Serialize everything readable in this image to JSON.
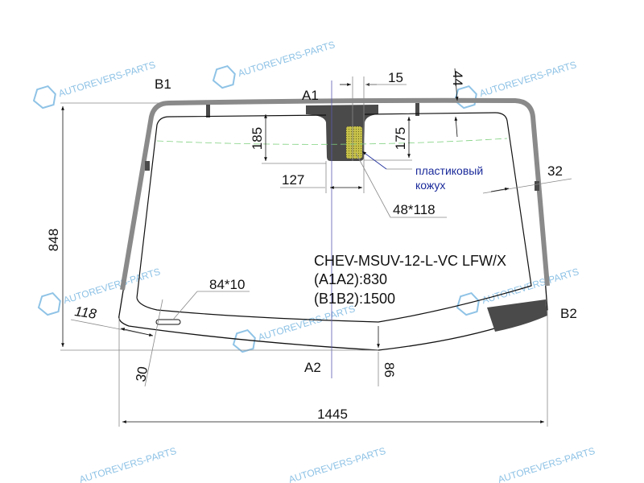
{
  "drawing": {
    "code": "CHEV-MSUV-12-L-VC LFW/X",
    "a1a2": "(A1A2):830",
    "b1b2": "(B1B2):1500",
    "points": {
      "a1": "A1",
      "a2": "A2",
      "b1": "B1",
      "b2": "B2"
    },
    "dimensions": {
      "height": "848",
      "width": "1445",
      "d15": "15",
      "d44": "44",
      "d185": "185",
      "d175": "175",
      "d127": "127",
      "d32": "32",
      "sensor": "48*118",
      "slot": "84*10",
      "d118": "118",
      "d30": "30",
      "d86": "86"
    },
    "note_line1": "пластиковый",
    "note_line2": "кожух"
  },
  "watermark": {
    "text": "AUTOREVERS-PARTS",
    "logo": "AR"
  },
  "colors": {
    "band": "#8a8a8a",
    "dark": "#4a4a4a",
    "sensor": "#c8c24a",
    "watermark": "#8fc3e6",
    "note": "#1a2a9a"
  }
}
